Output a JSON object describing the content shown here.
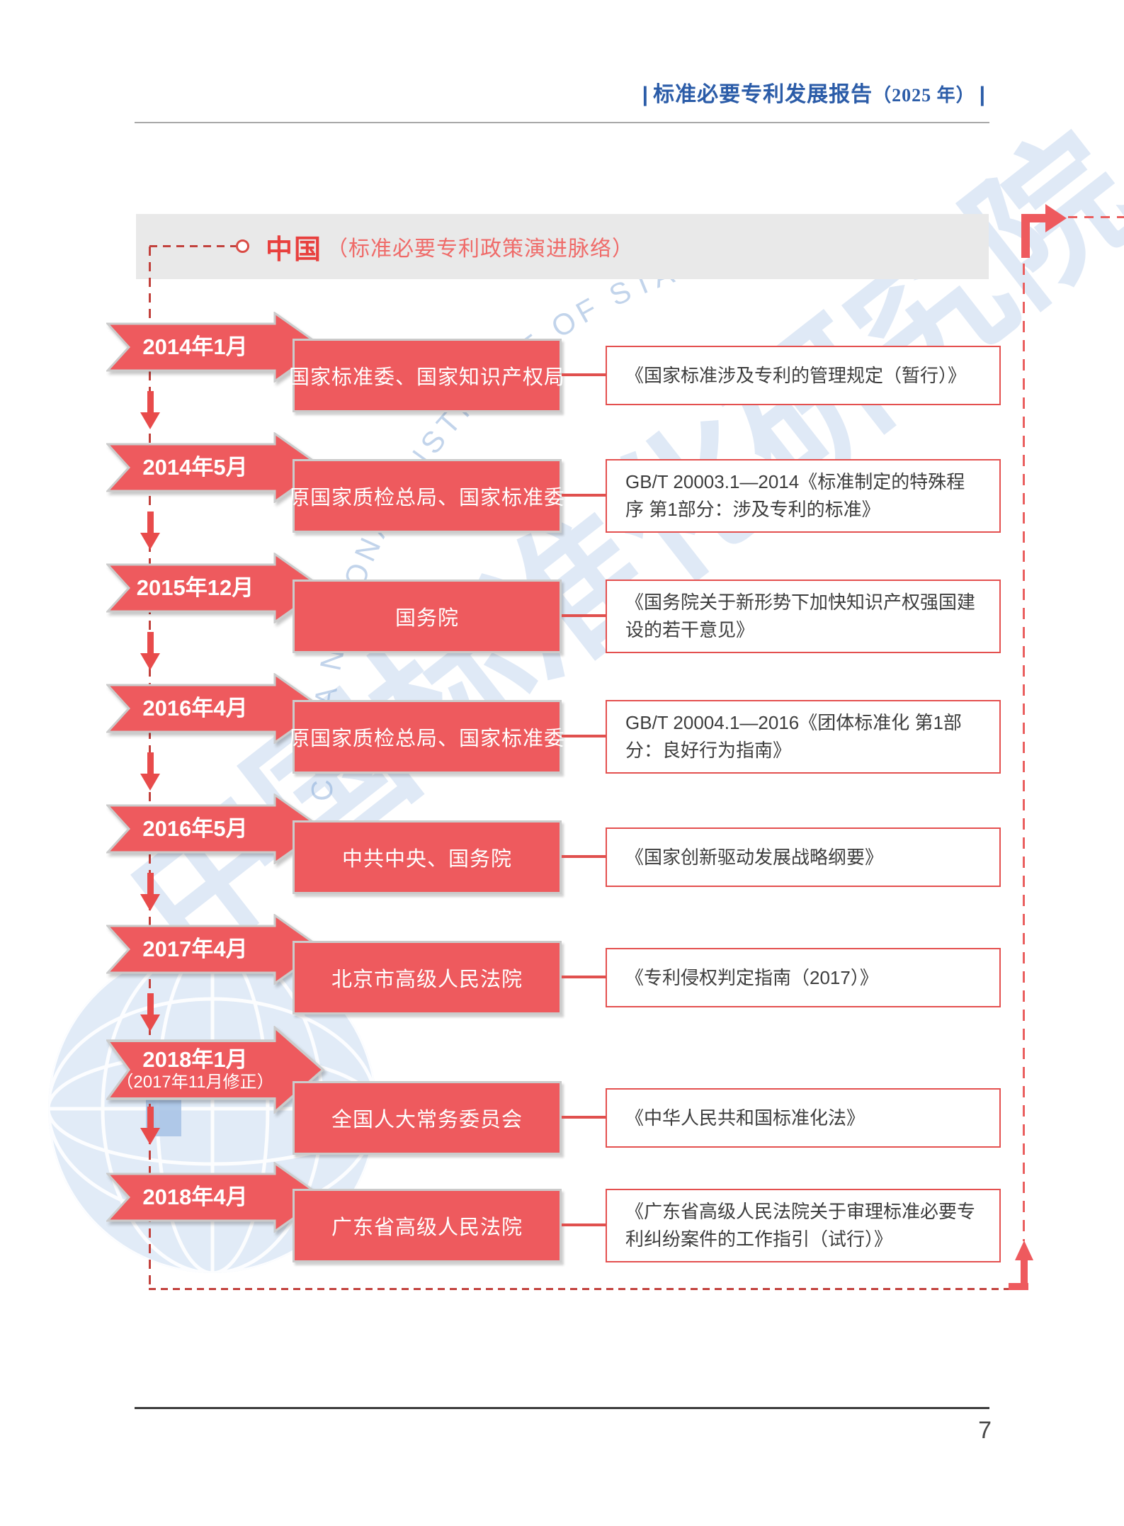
{
  "header": {
    "bar_left": "|",
    "title": "标准必要专利发展报告",
    "year": "（2025 年）",
    "bar_right": "|"
  },
  "banner": {
    "title_bold": "中国",
    "title_rest": "（标准必要专利政策演进脉络）"
  },
  "timeline": {
    "rows": [
      {
        "date": "2014年1月",
        "date_note": "",
        "org": "国家标准委、国家知识产权局",
        "doc": "《国家标准涉及专利的管理规定（暂行）》"
      },
      {
        "date": "2014年5月",
        "date_note": "",
        "org": "原国家质检总局、国家标准委",
        "doc": "GB/T 20003.1—2014《标准制定的特殊程序 第1部分：涉及专利的标准》"
      },
      {
        "date": "2015年12月",
        "date_note": "",
        "org": "国务院",
        "doc": "《国务院关于新形势下加快知识产权强国建设的若干意见》"
      },
      {
        "date": "2016年4月",
        "date_note": "",
        "org": "原国家质检总局、国家标准委",
        "doc": "GB/T 20004.1—2016《团体标准化 第1部分：良好行为指南》"
      },
      {
        "date": "2016年5月",
        "date_note": "",
        "org": "中共中央、国务院",
        "doc": "《国家创新驱动发展战略纲要》"
      },
      {
        "date": "2017年4月",
        "date_note": "",
        "org": "北京市高级人民法院",
        "doc": "《专利侵权判定指南（2017）》"
      },
      {
        "date": "2018年1月",
        "date_note": "（2017年11月修正）",
        "org": "全国人大常务委员会",
        "doc": "《中华人民共和国标准化法》"
      },
      {
        "date": "2018年4月",
        "date_note": "",
        "org": "广东省高级人民法院",
        "doc": "《广东省高级人民法院关于审理标准必要专利纠纷案件的工作指引（试行）》"
      }
    ]
  },
  "watermark": {
    "cjk_text": "中国标准化研究院",
    "latin_text": "CHINA NATIONAL INSTITUTE OF STANDARDIZATION"
  },
  "footer": {
    "page_number": "7"
  },
  "colors": {
    "accent_red": "#ee5a5e",
    "dash_red": "#c2423d",
    "header_blue": "#2b5ca8",
    "watermark_blue": "#7ba3d6",
    "banner_gray": "#e9e9e9"
  }
}
